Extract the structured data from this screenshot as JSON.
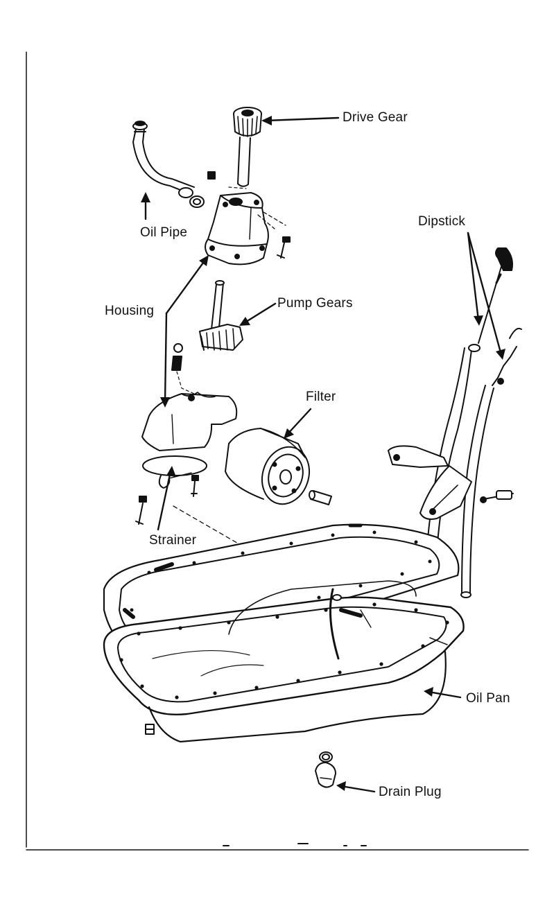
{
  "diagram": {
    "labels": {
      "drive_gear": "Drive Gear",
      "oil_pipe": "Oil Pipe",
      "dipstick": "Dipstick",
      "housing": "Housing",
      "pump_gears": "Pump Gears",
      "filter": "Filter",
      "strainer": "Strainer",
      "oil_pan": "Oil Pan",
      "drain_plug": "Drain Plug"
    },
    "ink_color": "#111111",
    "background_color": "#ffffff"
  }
}
